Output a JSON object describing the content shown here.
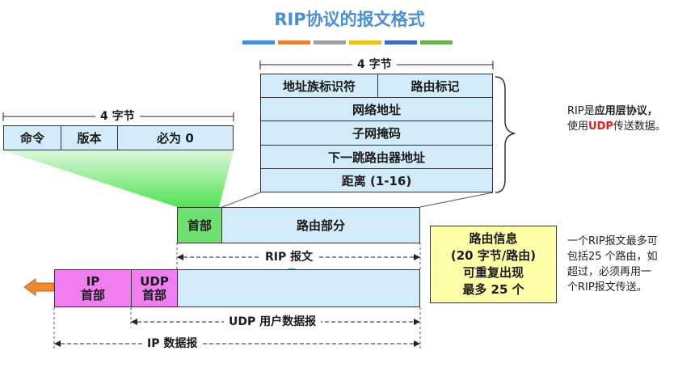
{
  "title": "RIP协议的报文格式",
  "title_bars": [
    "#4a8fd4",
    "#e8823a",
    "#a0a0a0",
    "#f0c020",
    "#3a6cc4",
    "#6ab04c"
  ],
  "rip_header": {
    "width_label": "4 字节",
    "fields": [
      "命令",
      "版本",
      "必为 0"
    ]
  },
  "route_entry": {
    "width_label": "4 字节",
    "rows": [
      "地址族标识符",
      "路由标记",
      "网络地址",
      "子网掩码",
      "下一跳路由器地址",
      "距离 (1-16)"
    ]
  },
  "rip_message": {
    "header": "首部",
    "body": "路由部分",
    "label": "RIP 报文"
  },
  "ip_datagram": {
    "ip_header_l1": "IP",
    "ip_header_l2": "首部",
    "udp_header_l1": "UDP",
    "udp_header_l2": "首部",
    "udp_label": "UDP 用户数据报",
    "ip_label": "IP 数据报"
  },
  "route_info": {
    "line1": "路由信息",
    "line2": "(20 字节/路由)",
    "line3": "可重复出现",
    "line4": "最多 25 个"
  },
  "note1": {
    "prefix": "RIP是",
    "bold": "应用层协议，",
    "mid": "使用",
    "udp": "UDP",
    "suffix": "传送数据。"
  },
  "note2": {
    "line1": "一个RIP报文最多可",
    "line2": "包括25 个路由，如",
    "line3": "超过，必须再用一",
    "line4": "个RIP报文传送。"
  },
  "colors": {
    "cell_fill": "#d2ebfa",
    "header_green": "#6fe06f",
    "ip_pink": "#f07ef0",
    "route_info_fill": "#ffffa8",
    "arrow_orange": "#f08a30",
    "title_blue": "#4a8fd4"
  }
}
